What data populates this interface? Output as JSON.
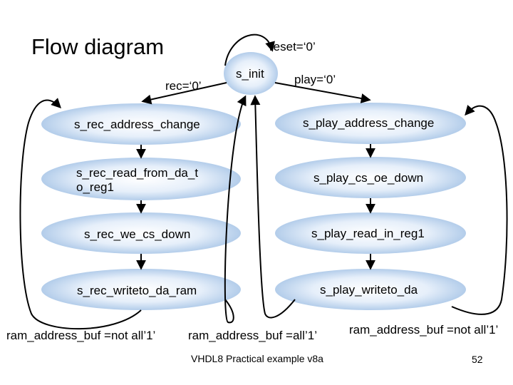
{
  "title": "Flow diagram",
  "states": {
    "init": "s_init",
    "rec_address_change": "s_rec_address_change",
    "rec_read_line1": "s_rec_read_from_da_t",
    "rec_read_line2": "o_reg1",
    "rec_we_cs_down": "s_rec_we_cs_down",
    "rec_writeto_da_ram": "s_rec_writeto_da_ram",
    "play_address_change": "s_play_address_change",
    "play_cs_oe_down": "s_play_cs_oe_down",
    "play_read_in_reg1": "s_play_read_in_reg1",
    "play_writeto_da": "s_play_writeto_da"
  },
  "conditions": {
    "reset": "reset=‘0’",
    "rec": "rec=‘0’",
    "play": "play=‘0’",
    "rec_loop": "ram_address_buf =not all’1’",
    "init_return": "ram_address_buf =all’1’",
    "play_loop": "ram_address_buf =not all’1’"
  },
  "footer": {
    "caption": "VHDL8 Practical example v8a",
    "page_number": "52"
  },
  "colors": {
    "ellipse_fill_center": "#ffffff",
    "ellipse_fill_edge": "#a6c4e6",
    "stroke": "#000000"
  }
}
